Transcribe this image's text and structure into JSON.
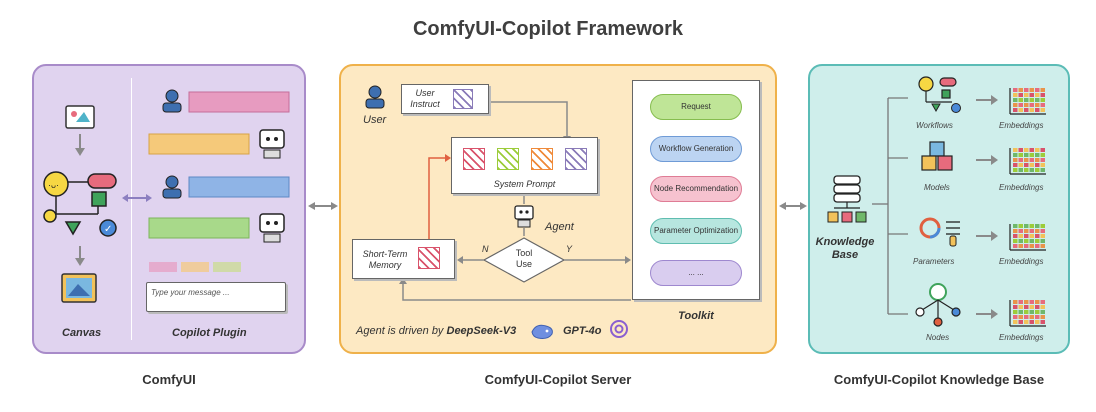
{
  "title": "ComfyUI-Copilot Framework",
  "left_panel": {
    "canvas_label": "Canvas",
    "plugin_label": "Copilot Plugin",
    "input_placeholder": "Type your message ...",
    "caption": "ComfyUI"
  },
  "middle_panel": {
    "user_label": "User",
    "user_instruct": "User Instruct",
    "system_prompt": "System Prompt",
    "agent_label": "Agent",
    "short_term_memory": "Short-Term Memory",
    "tool_use": "Tool Use",
    "no_label": "N",
    "yes_label": "Y",
    "toolkit_label": "Toolkit",
    "toolkit_items": [
      {
        "label": "Request",
        "color": "#a8d96a"
      },
      {
        "label": "Workflow Generation",
        "color": "#8fb4e6"
      },
      {
        "label": "Node Recommendation",
        "color": "#ef8fa6"
      },
      {
        "label": "Parameter Optimization",
        "color": "#7fd0c6"
      },
      {
        "label": "... ...",
        "color": "#b9a6dd"
      }
    ],
    "driven_by_prefix": "Agent is driven by",
    "model_1": "DeepSeek-V3",
    "model_2": "GPT-4o",
    "caption": "ComfyUI-Copilot Server"
  },
  "right_panel": {
    "knowledge_base_label": "Knowledge Base",
    "categories": [
      "Workflows",
      "Models",
      "Parameters",
      "Nodes"
    ],
    "embeddings_label": "Embeddings",
    "caption": "ComfyUI-Copilot Knowledge Base"
  },
  "colors": {
    "left_bg": "#e0d3ef",
    "middle_bg": "#fde9c3",
    "right_bg": "#cfeeeb",
    "arrow": "#8a8a8a",
    "memory_arrow": "#e06040"
  }
}
